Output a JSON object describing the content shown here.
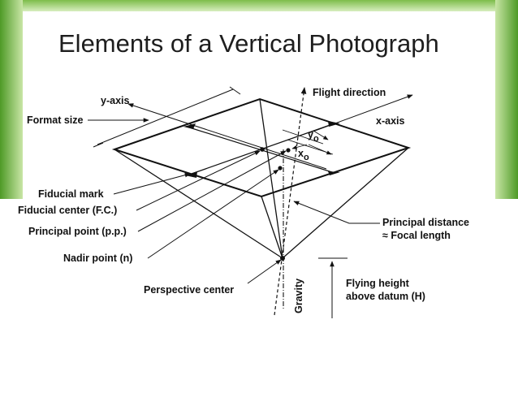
{
  "slide": {
    "title": "Elements of a Vertical Photograph",
    "colors": {
      "green": "#5aa72e",
      "light_green": "#dcefc4",
      "background": "#ffffff",
      "ink": "#111111"
    }
  },
  "diagram": {
    "labels": {
      "flight_direction": "Flight direction",
      "y_axis": "y-axis",
      "format_size": "Format size",
      "x_axis": "x-axis",
      "y0_main": "y",
      "y0_sub": "o",
      "x0_main": "x",
      "x0_sub": "o",
      "fiducial_mark": "Fiducial mark",
      "fiducial_center": "Fiducial center (F.C.)",
      "principal_point": "Principal point (p.p.)",
      "nadir_point": "Nadir point (n)",
      "perspective_center": "Perspective center",
      "principal_distance": "Principal distance",
      "focal_length": "≈ Focal length",
      "gravity": "Gravity",
      "flying_height_1": "Flying height",
      "flying_height_2": "above datum (H)"
    }
  }
}
